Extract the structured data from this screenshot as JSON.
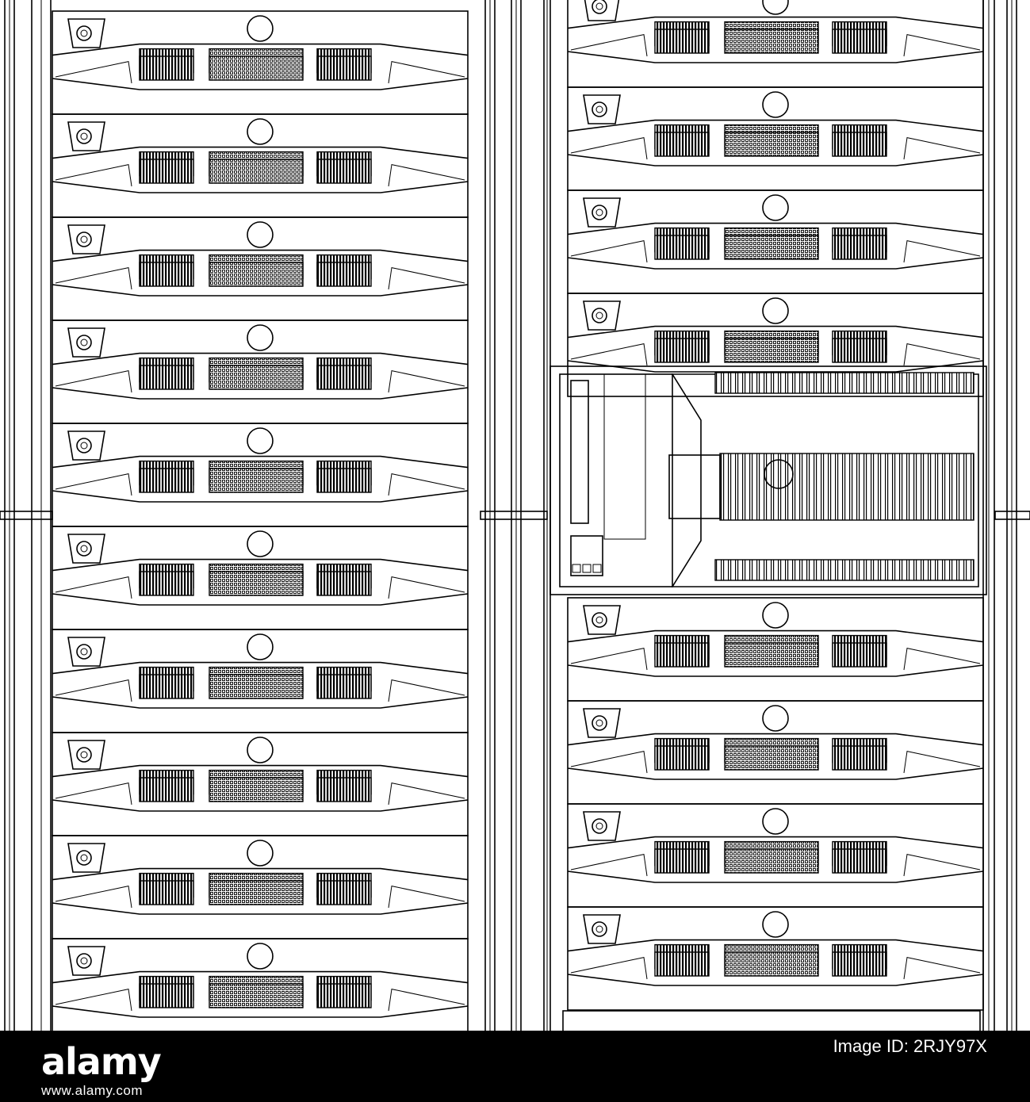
{
  "illustration": {
    "subject": "server-rack-line-drawing",
    "stroke_color": "#000000",
    "background_color": "#ffffff",
    "racks": 2,
    "left_rack_units": 10,
    "right_rack_units": 9,
    "right_rack_special_unit": "tape-library-module"
  },
  "footer": {
    "wordmark": "alamy",
    "image_id_label": "Image ID: 2RJY97X",
    "url": "www.alamy.com",
    "background_color": "#000000",
    "text_color": "#ffffff"
  }
}
